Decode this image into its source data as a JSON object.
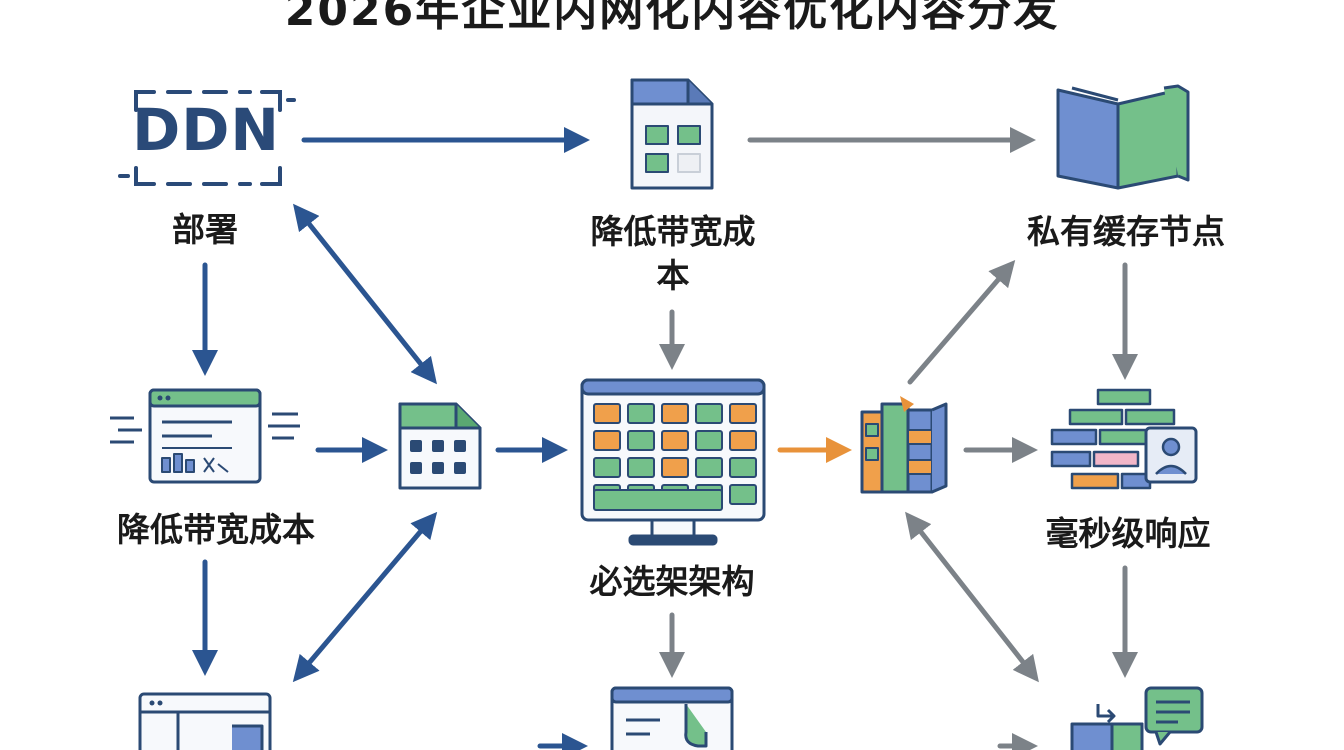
{
  "title": "2026年企业内网化内容优化内容分发",
  "ddn_logo": "DDN",
  "labels": {
    "deploy": "部署",
    "reduce_top": "降低带宽成本",
    "private_cache": "私有缓存节点",
    "reduce_left": "降低带宽成本",
    "must_arch": "必选架架构",
    "ms_response": "毫秒级响应"
  },
  "colors": {
    "blue": "#2b5591",
    "gray": "#7c8288",
    "orange": "#e8923a",
    "green": "#74c08a",
    "light_blue": "#6f8fd0",
    "tile_orange": "#f0a04b"
  }
}
